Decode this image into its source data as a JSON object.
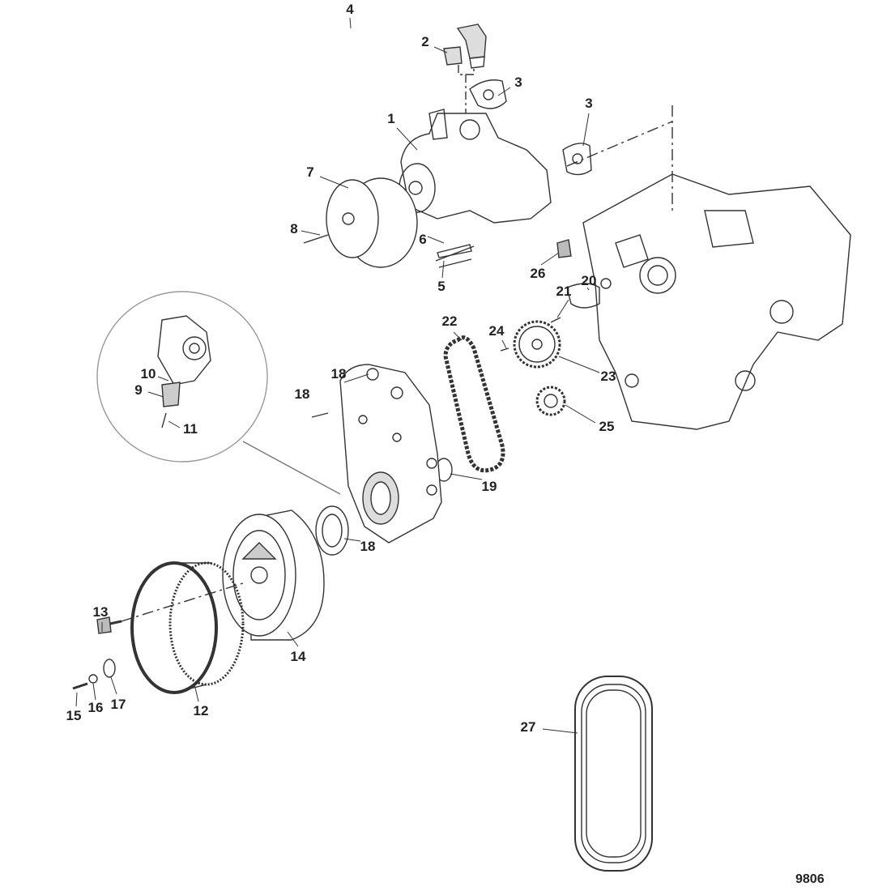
{
  "diagram": {
    "figure_number": "9806",
    "callouts": [
      "4",
      "2",
      "3",
      "3",
      "1",
      "7",
      "8",
      "6",
      "5",
      "26",
      "21",
      "20",
      "22",
      "24",
      "23",
      "18",
      "18",
      "10",
      "9",
      "11",
      "25",
      "19",
      "18",
      "13",
      "14",
      "15",
      "16",
      "17",
      "12",
      "27"
    ],
    "colors": {
      "line": "#333333",
      "fill": "#ffffff",
      "shade": "#cfcfcf"
    }
  }
}
